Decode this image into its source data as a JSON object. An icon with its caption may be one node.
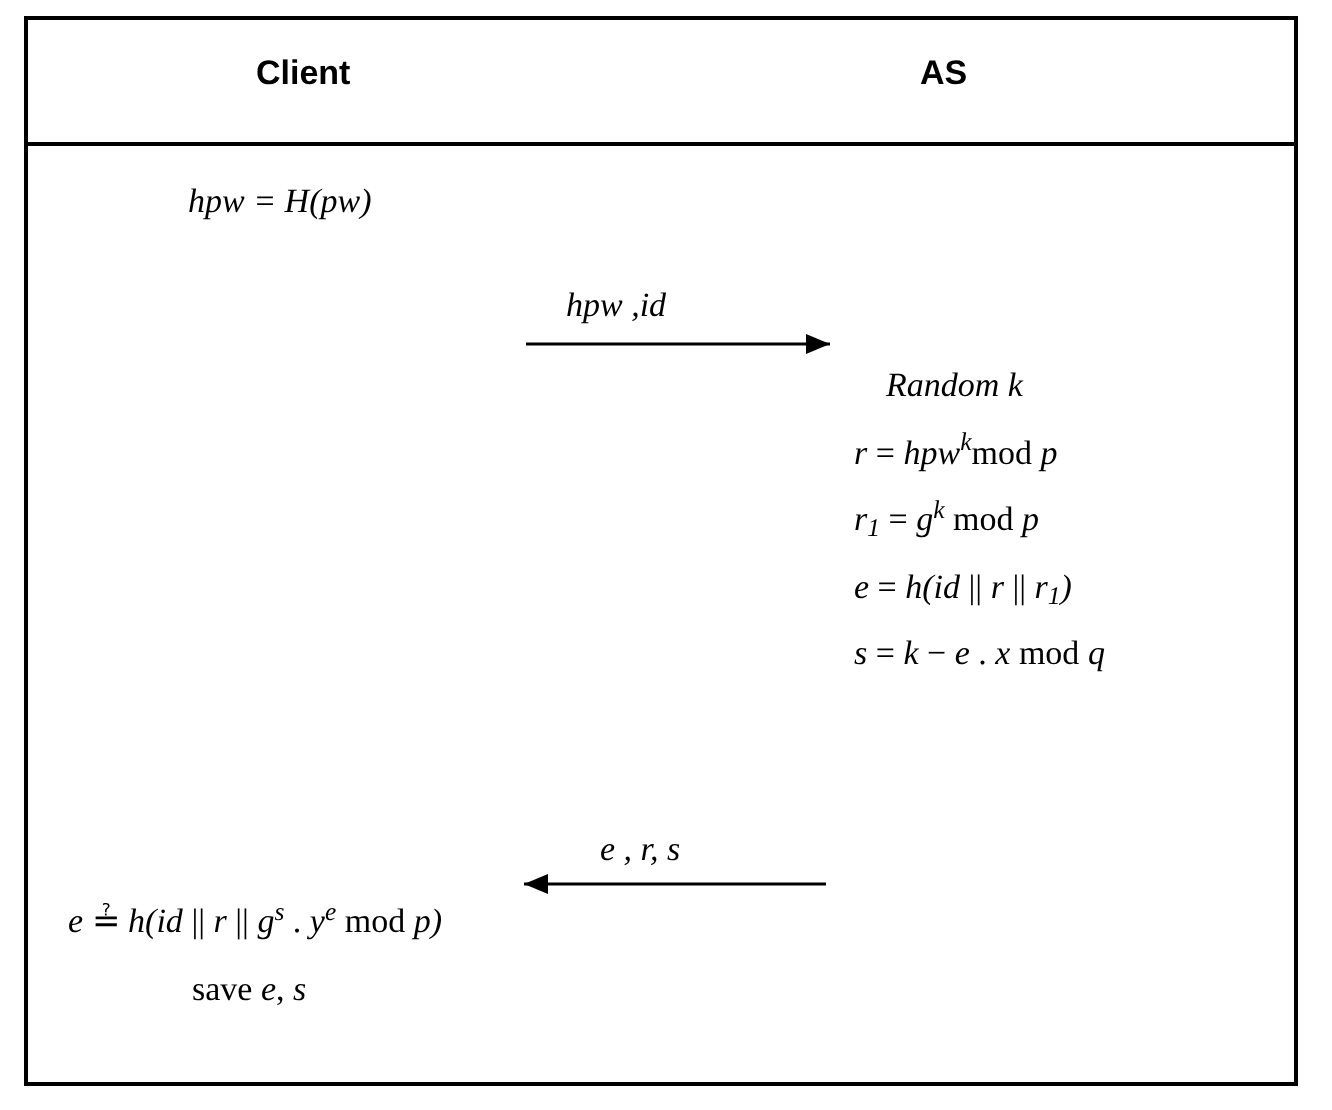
{
  "diagram": {
    "nodes": [
      {
        "text": [
          "hpw = H(pw)"
        ]
      },
      {
        "text": [
          "*Random k*",
          "*r* = *hpw*$^{k}$mod *p*",
          "*r$_{1}$* = *g*$^{k}$ mod *p*",
          "*e* = *h(id* || *r* || *r$_{1}$)*",
          "*s* = *k* − *e* . *x* mod *q*"
        ]
      },
      {
        "text": [
          "*e* ≟ *h(id* || *r* || *g*$^{s}$ . *y*$^{e}$ mod *p)*",
          "save *e*, *s*"
        ]
      }
    ],
    "edges": [
      {
        "from": null,
        "to": 1,
        "arrow": "to",
        "label": "hpw ,id"
      },
      {
        "from": null,
        "to": 2,
        "arrow": "to",
        "label": "e , r, s"
      }
    ],
    "labels": [
      "Client",
      "AS"
    ]
  }
}
